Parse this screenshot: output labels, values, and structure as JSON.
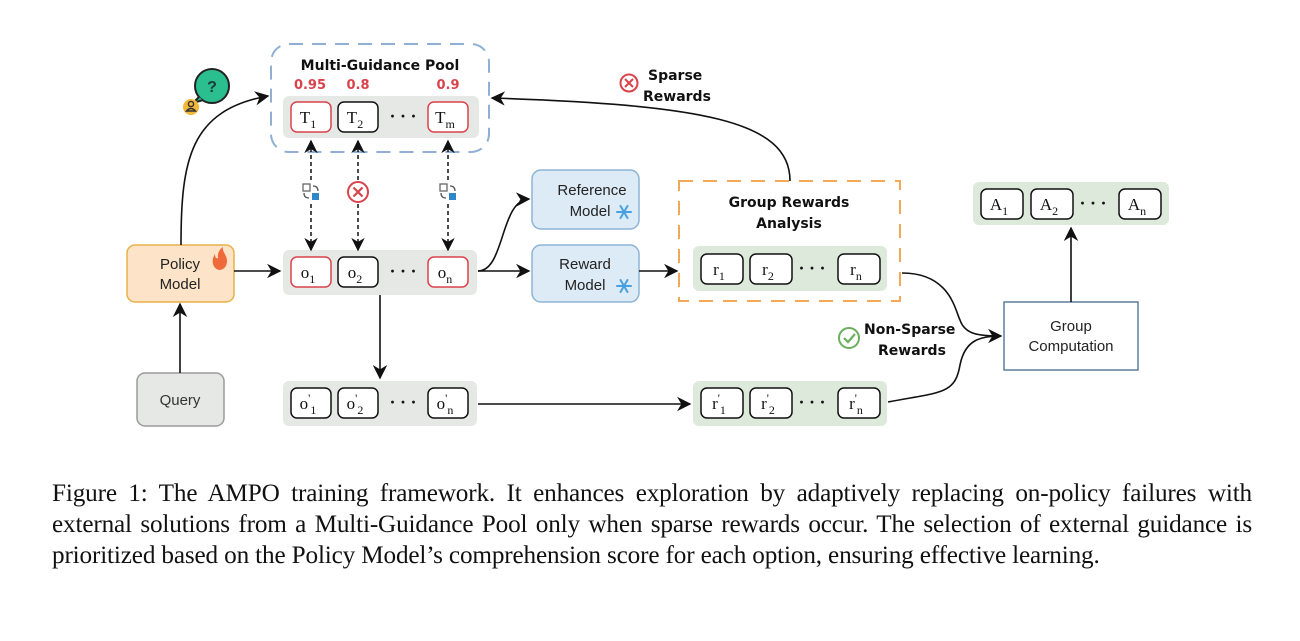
{
  "pool": {
    "title": "Multi-Guidance Pool",
    "scores": [
      "0.95",
      "0.8",
      "0.9"
    ],
    "items": [
      {
        "base": "T",
        "sub": "1",
        "prime": false,
        "highlight": "red"
      },
      {
        "base": "T",
        "sub": "2",
        "prime": false,
        "highlight": "black"
      },
      {
        "base": "T",
        "sub": "m",
        "prime": false,
        "highlight": "red"
      }
    ]
  },
  "policy_model": {
    "label_line1": "Policy",
    "label_line2": "Model",
    "icon": "fire-icon"
  },
  "query": {
    "label": "Query"
  },
  "help_icon": {
    "glyph": "?",
    "icon": "question-bubble-icon"
  },
  "outputs": {
    "items": [
      {
        "base": "o",
        "sub": "1",
        "prime": false,
        "highlight": "red"
      },
      {
        "base": "o",
        "sub": "2",
        "prime": false,
        "highlight": "black"
      },
      {
        "base": "o",
        "sub": "n",
        "prime": false,
        "highlight": "red"
      }
    ],
    "connectors": [
      "replace-icon",
      "fail-icon",
      "replace-icon"
    ]
  },
  "outputs_prime": {
    "items": [
      {
        "base": "o",
        "sub": "1",
        "prime": true,
        "highlight": "black"
      },
      {
        "base": "o",
        "sub": "2",
        "prime": true,
        "highlight": "black"
      },
      {
        "base": "o",
        "sub": "n",
        "prime": true,
        "highlight": "black"
      }
    ]
  },
  "reference_model": {
    "label_line1": "Reference",
    "label_line2": "Model",
    "icon": "snowflake-icon"
  },
  "reward_model": {
    "label_line1": "Reward",
    "label_line2": "Model",
    "icon": "snowflake-icon"
  },
  "group_rewards": {
    "title_line1": "Group Rewards",
    "title_line2": "Analysis",
    "items": [
      {
        "base": "r",
        "sub": "1",
        "prime": false
      },
      {
        "base": "r",
        "sub": "2",
        "prime": false
      },
      {
        "base": "r",
        "sub": "n",
        "prime": false
      }
    ]
  },
  "rewards_prime": {
    "items": [
      {
        "base": "r",
        "sub": "1",
        "prime": true
      },
      {
        "base": "r",
        "sub": "2",
        "prime": true
      },
      {
        "base": "r",
        "sub": "n",
        "prime": true
      }
    ]
  },
  "advantages": {
    "items": [
      {
        "base": "A",
        "sub": "1",
        "prime": false
      },
      {
        "base": "A",
        "sub": "2",
        "prime": false
      },
      {
        "base": "A",
        "sub": "n",
        "prime": false
      }
    ]
  },
  "group_computation": {
    "label_line1": "Group",
    "label_line2": "Computation"
  },
  "sparse_label": {
    "line1": "Sparse",
    "line2": "Rewards",
    "icon": "x-circle-icon"
  },
  "non_sparse_label": {
    "line1": "Non-Sparse",
    "line2": "Rewards",
    "icon": "check-circle-icon"
  },
  "ellipsis": "· · ·",
  "colors": {
    "red": "#d9434b",
    "green_fill": "#dde9db",
    "gray_fill": "#e6e8e6",
    "blue_box": "#ddebf7",
    "blue_stroke": "#8fb3d6",
    "orange_fill": "#fde4c9",
    "orange_stroke": "#e9b04a",
    "orange_dash": "#efa957",
    "pool_dash": "#8fb0d4",
    "teal": "#2bbf8f",
    "check_green": "#6aaf5c"
  },
  "caption": {
    "text": "Figure 1: The AMPO training framework. It enhances exploration by adaptively replacing on-policy failures with external solutions from a Multi-Guidance Pool only when sparse rewards occur. The selection of external guidance is prioritized based on the Policy Model’s comprehension score for each option, ensuring effective learning."
  }
}
